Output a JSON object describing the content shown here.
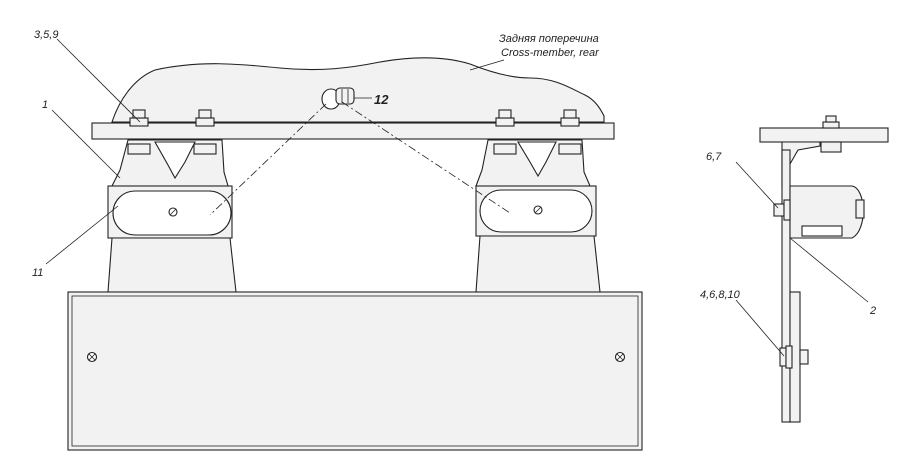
{
  "labels": {
    "crossmember_ru": "Задняя поперечина",
    "crossmember_en": "Cross-member, rear",
    "callout_3_5_9": "3,5,9",
    "callout_1": "1",
    "callout_12": "12",
    "callout_11": "11",
    "callout_6_7": "6,7",
    "callout_2": "2",
    "callout_4_6_8_10": "4,6,8,10"
  }
}
